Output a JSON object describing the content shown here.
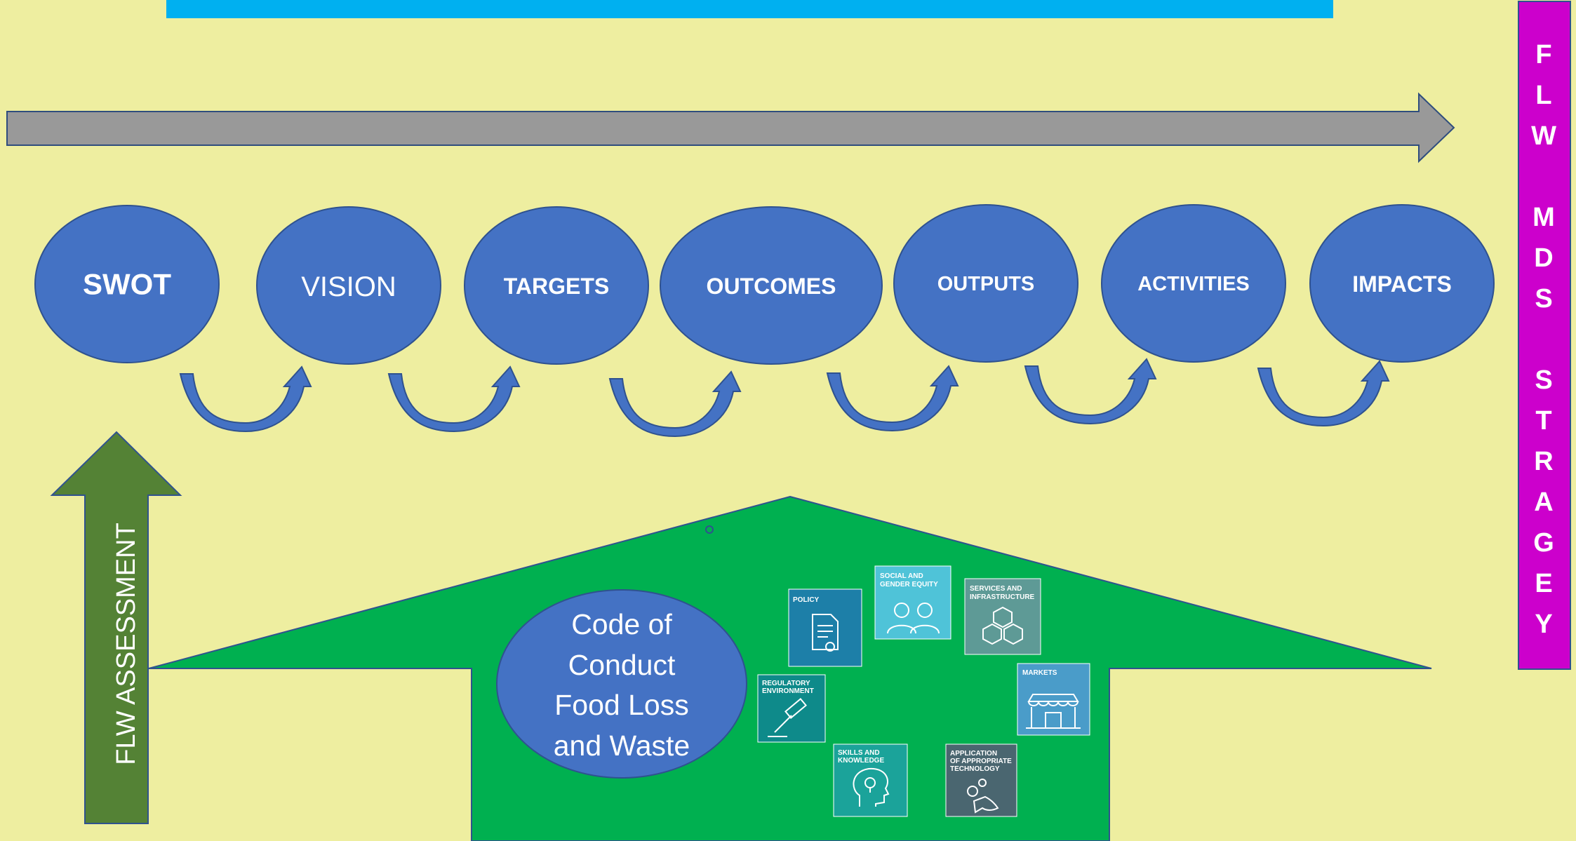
{
  "colors": {
    "background": "#eeeea0",
    "top_bar": "#00b0f0",
    "arrow_gray": "#999999",
    "oval_fill": "#4472c4",
    "house_green": "#00b050",
    "assessment_arrow": "#548235",
    "strategy_bar": "#cc00cc"
  },
  "stages": [
    {
      "label": "SWOT",
      "bold": true
    },
    {
      "label": "VISION",
      "bold": false
    },
    {
      "label": "TARGETS",
      "bold": true
    },
    {
      "label": "OUTCOMES",
      "bold": true
    },
    {
      "label": "OUTPUTS",
      "bold": true
    },
    {
      "label": "ACTIVITIES",
      "bold": true
    },
    {
      "label": "IMPACTS",
      "bold": true
    }
  ],
  "assessment_label": "FLW ASSESSMENT",
  "strategy_letters": [
    "F",
    "L",
    "W",
    "",
    "M",
    "D",
    "S",
    "",
    "S",
    "T",
    "R",
    "A",
    "G",
    "E",
    "Y"
  ],
  "code_of_conduct": [
    "Code of",
    "Conduct",
    "Food Loss",
    "and Waste"
  ],
  "tiles": [
    {
      "lines": [
        "POLICY"
      ],
      "icon": "document-icon",
      "color": "#1d7fa8"
    },
    {
      "lines": [
        "SOCIAL AND",
        "GENDER EQUITY"
      ],
      "icon": "people-icon",
      "color": "#4fc3d8"
    },
    {
      "lines": [
        "SERVICES AND",
        "INFRASTRUCTURE"
      ],
      "icon": "cubes-icon",
      "color": "#5e9a96"
    },
    {
      "lines": [
        "MARKETS"
      ],
      "icon": "market-stall-icon",
      "color": "#4a9cc9"
    },
    {
      "lines": [
        "REGULATORY",
        "ENVIRONMENT"
      ],
      "icon": "gavel-icon",
      "color": "#0e8a8a"
    },
    {
      "lines": [
        "SKILLS AND",
        "KNOWLEDGE"
      ],
      "icon": "head-bulb-icon",
      "color": "#1ba39a"
    },
    {
      "lines": [
        "APPLICATION",
        "OF APPROPRIATE",
        "TECHNOLOGY"
      ],
      "icon": "gears-fish-icon",
      "color": "#4a6670"
    }
  ]
}
